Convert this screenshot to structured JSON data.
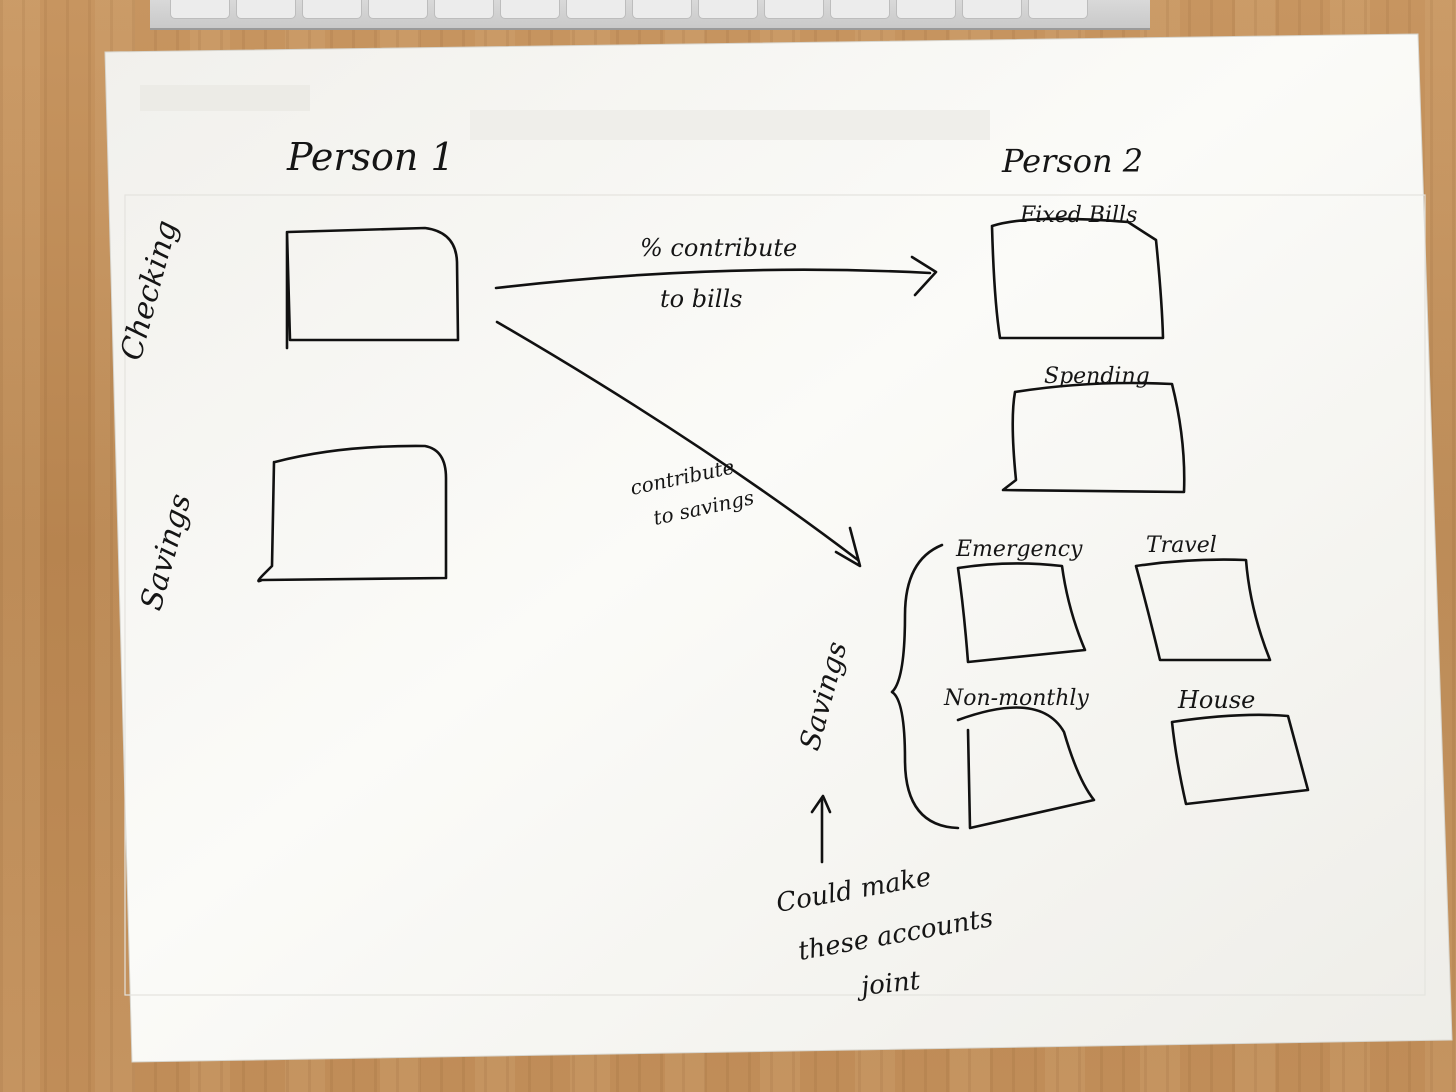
{
  "labels": {
    "person1": "Person 1",
    "person2": "Person 2",
    "checking": "Checking",
    "savings_left": "Savings",
    "fixed_bills": "Fixed Bills",
    "spending": "Spending",
    "contribute_bills_line1": "% contribute",
    "contribute_bills_line2": "to bills",
    "contribute_savings_line1": "contribute",
    "contribute_savings_line2": "to savings",
    "emergency": "Emergency",
    "travel": "Travel",
    "non_monthly": "Non-monthly",
    "house": "House",
    "savings_group": "Savings",
    "note_line1": "Could make",
    "note_line2": "these accounts",
    "note_line3": "joint"
  },
  "colors": {
    "ink": "#111111",
    "paper": "#f6f5f1",
    "wood": "#b98a57"
  }
}
